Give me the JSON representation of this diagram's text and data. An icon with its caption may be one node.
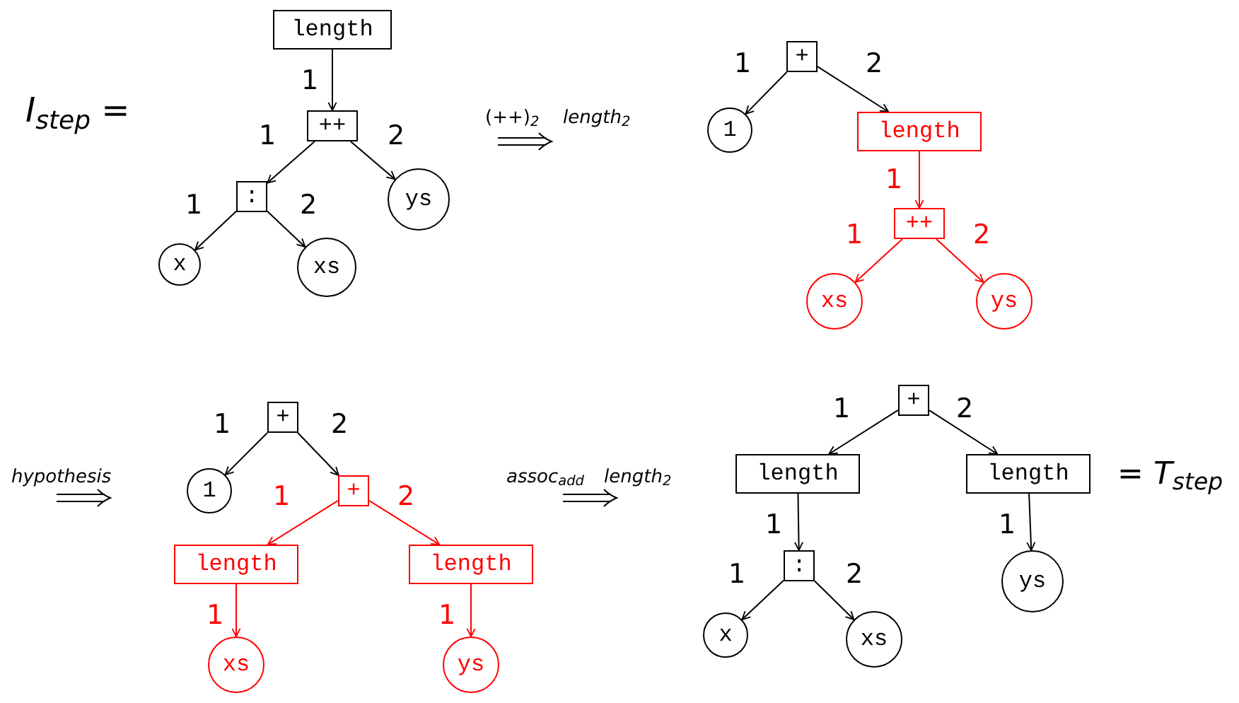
{
  "diagram": {
    "nodes": [
      {
        "text": [
          "length"
        ]
      },
      {
        "text": [
          "++"
        ]
      },
      {
        "text": [
          ":"
        ]
      },
      {
        "text": [
          "ys"
        ]
      },
      {
        "text": [
          "x"
        ]
      },
      {
        "text": [
          "xs"
        ]
      },
      {
        "text": [
          "+"
        ]
      },
      {
        "text": [
          "1"
        ]
      },
      {
        "text": [
          "length"
        ]
      },
      {
        "text": [
          "++"
        ]
      },
      {
        "text": [
          "xs"
        ]
      },
      {
        "text": [
          "ys"
        ]
      },
      {
        "text": [
          "+"
        ]
      },
      {
        "text": [
          "1"
        ]
      },
      {
        "text": [
          "+"
        ]
      },
      {
        "text": [
          "length"
        ]
      },
      {
        "text": [
          "length"
        ]
      },
      {
        "text": [
          "xs"
        ]
      },
      {
        "text": [
          "ys"
        ]
      },
      {
        "text": [
          "+"
        ]
      },
      {
        "text": [
          "length"
        ]
      },
      {
        "text": [
          "length"
        ]
      },
      {
        "text": [
          ":"
        ]
      },
      {
        "text": [
          "ys"
        ]
      },
      {
        "text": [
          "x"
        ]
      },
      {
        "text": [
          "xs"
        ]
      }
    ],
    "edges": [
      {
        "from": 0,
        "to": 1,
        "arrow": "to",
        "label": "1"
      },
      {
        "from": 1,
        "to": 2,
        "arrow": "to",
        "label": "1"
      },
      {
        "from": 1,
        "to": 3,
        "arrow": "to",
        "label": "2"
      },
      {
        "from": 2,
        "to": 4,
        "arrow": "to",
        "label": "1"
      },
      {
        "from": 2,
        "to": 5,
        "arrow": "to",
        "label": "2"
      },
      {
        "from": 6,
        "to": 7,
        "arrow": "to",
        "label": "1"
      },
      {
        "from": 6,
        "to": 8,
        "arrow": "to",
        "label": "2"
      },
      {
        "from": 8,
        "to": 9,
        "arrow": "to",
        "label": "1",
        "color": "#ff0000"
      },
      {
        "from": 9,
        "to": 10,
        "arrow": "to",
        "label": "1",
        "color": "#ff0000"
      },
      {
        "from": 9,
        "to": 11,
        "arrow": "to",
        "label": "2",
        "color": "#ff0000"
      },
      {
        "from": 12,
        "to": 13,
        "arrow": "to",
        "label": "1"
      },
      {
        "from": 12,
        "to": 14,
        "arrow": "to",
        "label": "2"
      },
      {
        "from": 14,
        "to": 15,
        "arrow": "to",
        "label": "1",
        "color": "#ff0000"
      },
      {
        "from": 14,
        "to": 16,
        "arrow": "to",
        "label": "2",
        "color": "#ff0000"
      },
      {
        "from": 15,
        "to": 17,
        "arrow": "to",
        "label": "1",
        "color": "#ff0000"
      },
      {
        "from": 16,
        "to": 18,
        "arrow": "to",
        "label": "1",
        "color": "#ff0000"
      },
      {
        "from": 19,
        "to": 20,
        "arrow": "to",
        "label": "1"
      },
      {
        "from": 19,
        "to": 21,
        "arrow": "to",
        "label": "2"
      },
      {
        "from": 20,
        "to": 22,
        "arrow": "to",
        "label": "1"
      },
      {
        "from": 21,
        "to": 23,
        "arrow": "to",
        "label": "1"
      },
      {
        "from": 22,
        "to": 24,
        "arrow": "to",
        "label": "1"
      },
      {
        "from": 22,
        "to": 25,
        "arrow": "to",
        "label": "2"
      }
    ],
    "labels": [
      "*I*$_{step}$ =",
      "(++)$_{2}$",
      "*length*$_{2}$",
      "hypothesis",
      "assoc$_{add}$",
      "*length*$_{2}$",
      "= *T*$_{step}$"
    ]
  }
}
